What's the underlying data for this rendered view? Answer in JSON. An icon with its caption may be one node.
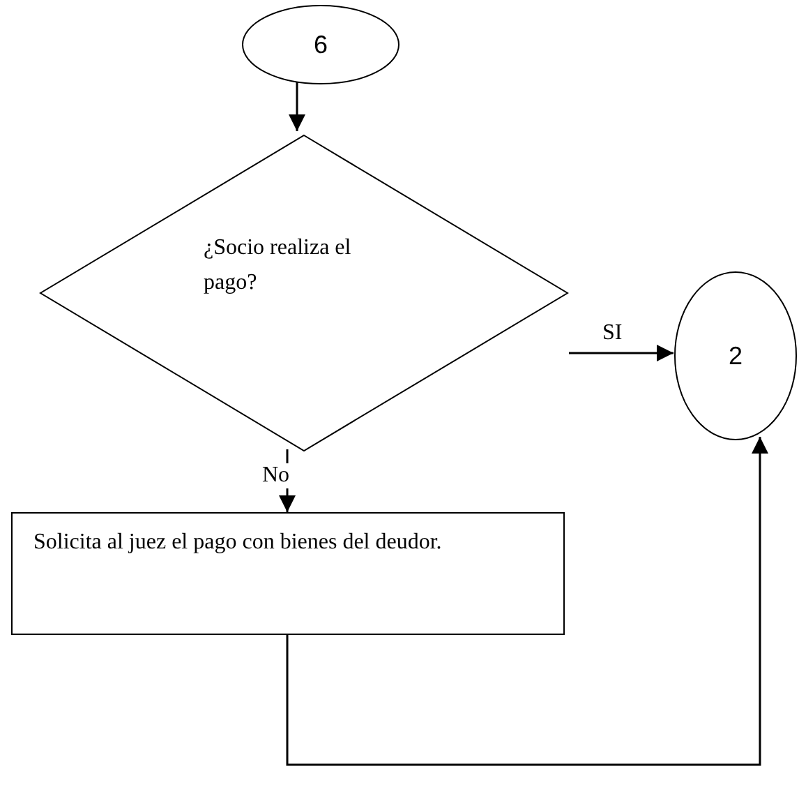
{
  "diagram": {
    "nodes": [
      {
        "text": [
          "6"
        ]
      },
      {
        "text": [
          "¿Socio realiza el pago?"
        ]
      },
      {
        "text": [
          "2"
        ]
      },
      {
        "text": [
          "Solicita al juez el pago con bienes del deudor."
        ]
      }
    ],
    "edges": [
      {
        "from": 0,
        "to": 1,
        "arrow": "to"
      },
      {
        "from": 1,
        "to": 2,
        "arrow": "to",
        "label": "SI"
      },
      {
        "from": 1,
        "to": 3,
        "arrow": "to",
        "label": "No"
      },
      {
        "from": 3,
        "to": 2,
        "arrow": "to"
      }
    ]
  }
}
